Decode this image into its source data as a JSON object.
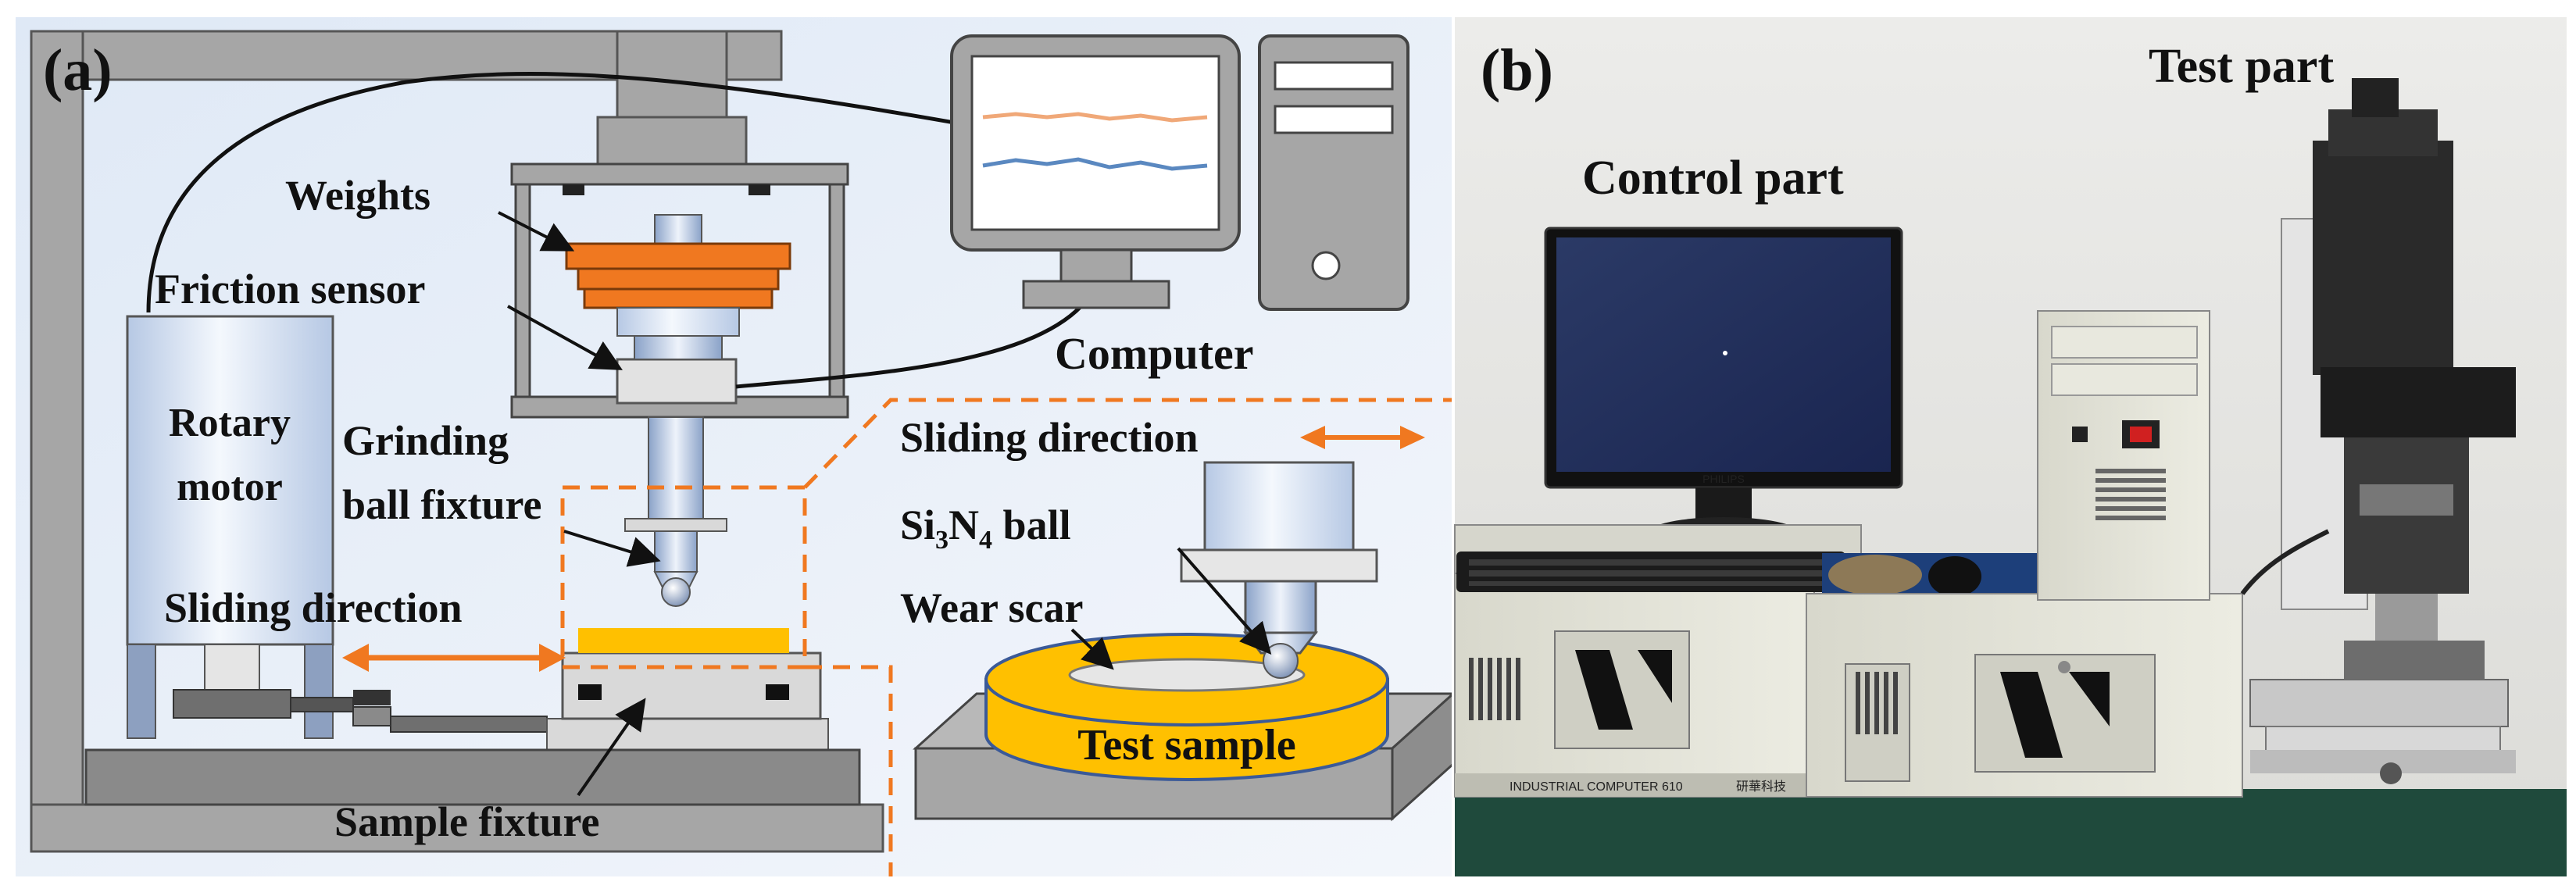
{
  "panel_a": {
    "letter": "(a)",
    "labels": {
      "weights": "Weights",
      "friction_sensor": "Friction sensor",
      "rotary_motor_line1": "Rotary",
      "rotary_motor_line2": "motor",
      "grinding_line1": "Grinding",
      "grinding_line2": "ball fixture",
      "sliding_direction_left": "Sliding direction",
      "sample_fixture": "Sample fixture",
      "computer": "Computer",
      "sliding_direction_inset": "Sliding direction",
      "si3n4_si": "Si",
      "si3n4_sub3": "3",
      "si3n4_n": "N",
      "si3n4_sub4": "4",
      "si3n4_ball": " ball",
      "wear_scar": "Wear scar",
      "test_sample": "Test sample"
    },
    "colors": {
      "frame": "#a6a6a6",
      "weights": "#f07820",
      "arrow": "#f07820",
      "sample": "#ffc000",
      "dashed": "#f07820",
      "background": "#e6eef8"
    }
  },
  "panel_b": {
    "letter": "(b)",
    "labels": {
      "control_part": "Control part",
      "test_part": "Test part",
      "monitor_brand": "PHILIPS",
      "case_label": "INDUSTRIAL COMPUTER 610",
      "case_label_cn": "研華科技"
    }
  }
}
